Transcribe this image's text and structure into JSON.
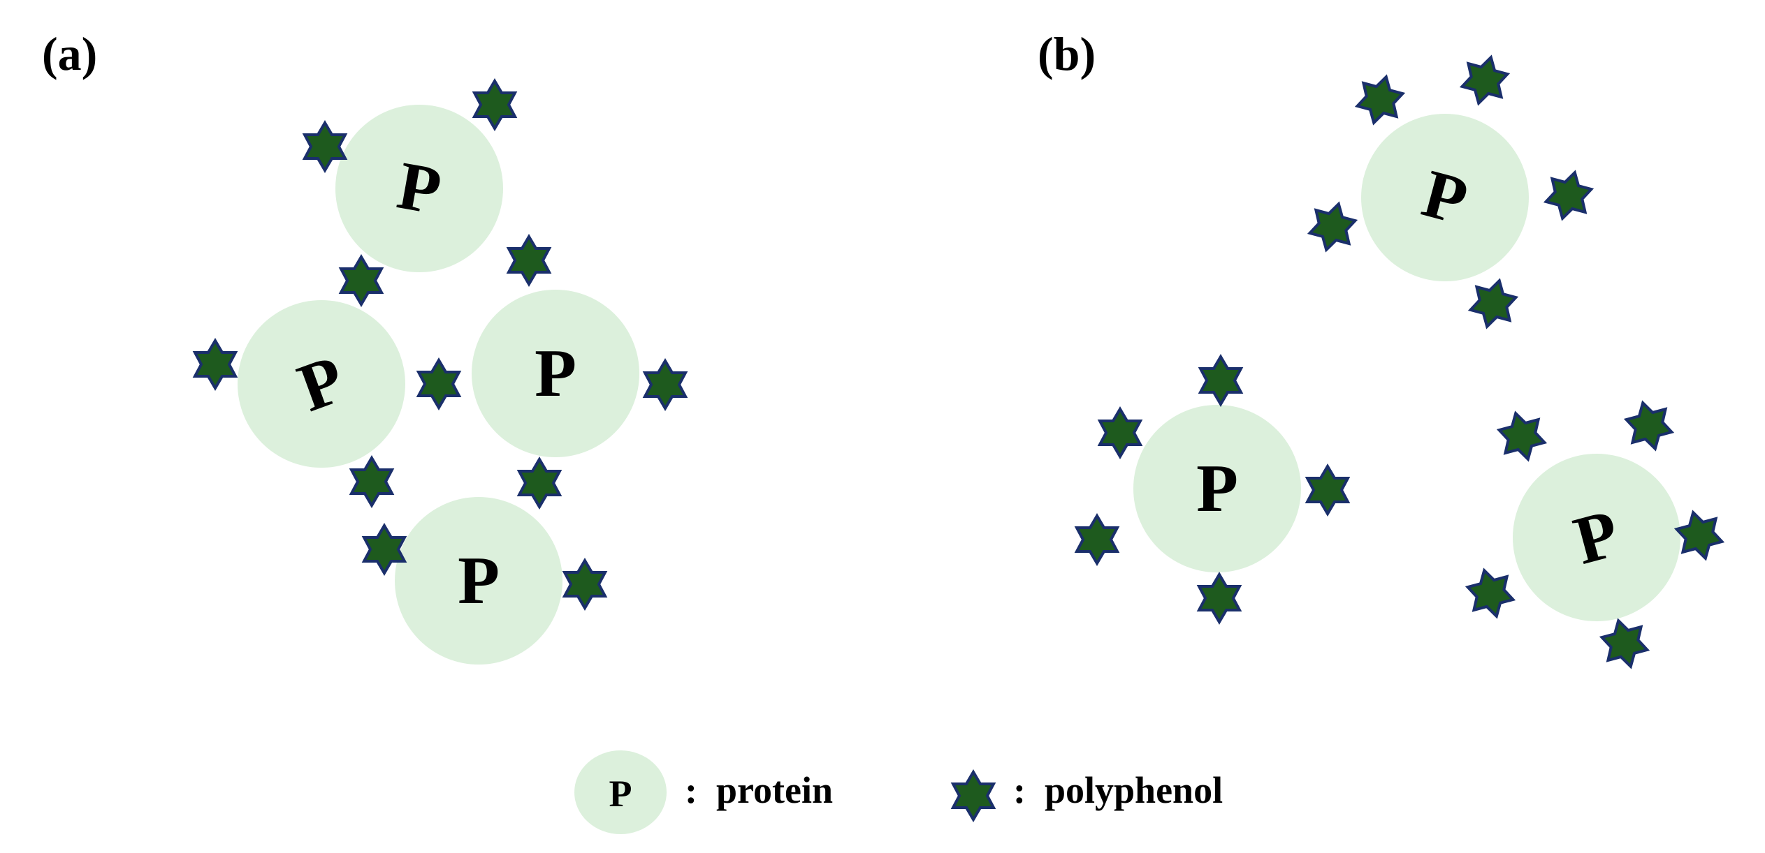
{
  "panels": [
    {
      "id": "a",
      "label": "(a)"
    },
    {
      "id": "b",
      "label": "(b)"
    }
  ],
  "protein_letter": "P",
  "legend": {
    "protein_symbol": "P",
    "protein_text": ":  protein",
    "polyphenol_text": ":  polyphenol"
  },
  "colors": {
    "protein_fill": "#dcf0dc",
    "polyphenol_fill": "#1e5a1e",
    "polyphenol_outline": "#1a2f6b"
  }
}
